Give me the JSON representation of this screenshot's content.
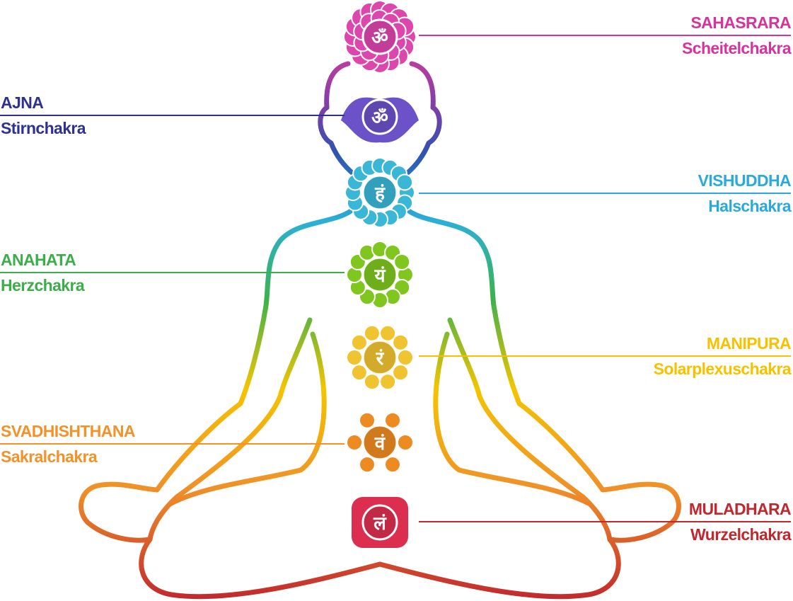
{
  "chakras": [
    {
      "name": "SAHASRARA",
      "subtitle": "Scheitelchakra",
      "color": "#d6339c",
      "fill": "#dc46ad",
      "symbol": "ॐ",
      "side": "right",
      "shape": "lotus"
    },
    {
      "name": "AJNA",
      "subtitle": "Stirnchakra",
      "color": "#2e3192",
      "fill": "#6b52c8",
      "symbol": "ॐ",
      "side": "left",
      "shape": "wings"
    },
    {
      "name": "VISHUDDHA",
      "subtitle": "Halschakra",
      "color": "#29a9df",
      "fill": "#3ab6d6",
      "symbol": "हं",
      "side": "right",
      "shape": "flower"
    },
    {
      "name": "ANAHATA",
      "subtitle": "Herzchakra",
      "color": "#3cae49",
      "fill": "#7fc61f",
      "symbol": "यं",
      "side": "left",
      "shape": "flower"
    },
    {
      "name": "MANIPURA",
      "subtitle": "Solarplexuschakra",
      "color": "#f8c100",
      "fill": "#f0c330",
      "symbol": "रं",
      "side": "right",
      "shape": "flower"
    },
    {
      "name": "SVADHISHTHANA",
      "subtitle": "Sakralchakra",
      "color": "#f29229",
      "fill": "#ee8a22",
      "symbol": "वं",
      "side": "left",
      "shape": "flower"
    },
    {
      "name": "MULADHARA",
      "subtitle": "Wurzelchakra",
      "color": "#c1272d",
      "fill": "#dc2f4f",
      "symbol": "लं",
      "side": "right",
      "shape": "square"
    }
  ]
}
